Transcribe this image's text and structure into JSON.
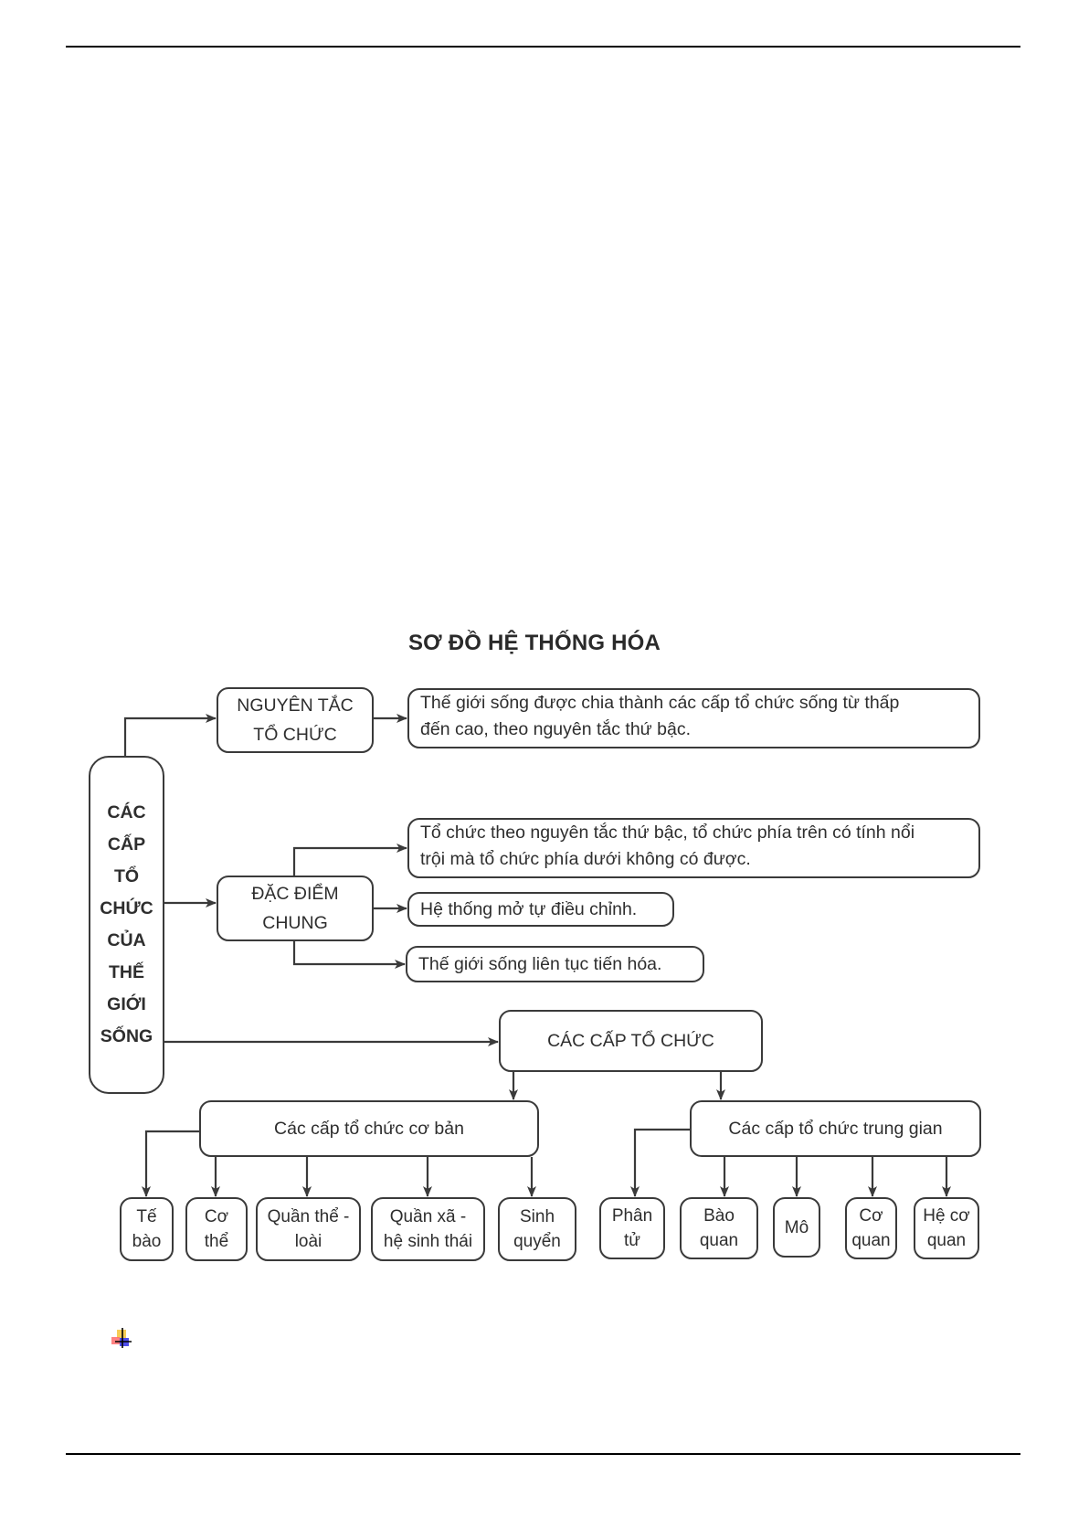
{
  "title": "SƠ ĐỒ HỆ THỐNG HÓA",
  "root": {
    "lines": [
      "CÁC",
      "CẤP",
      "TỔ",
      "CHỨC",
      "CỦA",
      "THẾ",
      "GIỚI",
      "SỐNG"
    ]
  },
  "nguyen_tac": {
    "label_lines": [
      "NGUYÊN TẮC",
      "TỔ CHỨC"
    ],
    "description_lines": [
      "Thế giới sống được chia thành các cấp tổ chức sống từ thấp",
      "đến cao, theo nguyên tắc thứ bậc."
    ]
  },
  "dac_diem": {
    "label_lines": [
      "ĐẶC ĐIỂM",
      "CHUNG"
    ],
    "items": [
      [
        "Tổ chức theo nguyên tắc thứ bậc, tổ chức phía trên có tính nổi",
        "trội mà tổ chức phía dưới không có được."
      ],
      [
        "Hệ thống mở tự điều chỉnh."
      ],
      [
        "Thế giới sống liên tục tiến hóa."
      ]
    ]
  },
  "cac_cap": {
    "label": "CÁC CẤP TỔ CHỨC",
    "co_ban": {
      "label": "Các cấp tổ chức cơ bản",
      "children": [
        [
          "Tế",
          "bào"
        ],
        [
          "Cơ",
          "thể"
        ],
        [
          "Quần thể -",
          "loài"
        ],
        [
          "Quần xã -",
          "hệ sinh thái"
        ],
        [
          "Sinh",
          "quyển"
        ]
      ]
    },
    "trung_gian": {
      "label": "Các cấp tổ chức trung gian",
      "children": [
        [
          "Phân",
          "tử"
        ],
        [
          "Bào",
          "quan"
        ],
        [
          "Mô"
        ],
        [
          "Cơ",
          "quan"
        ],
        [
          "Hệ cơ",
          "quan"
        ]
      ]
    }
  },
  "bullet_icon": "colored-squares-bullet-icon"
}
